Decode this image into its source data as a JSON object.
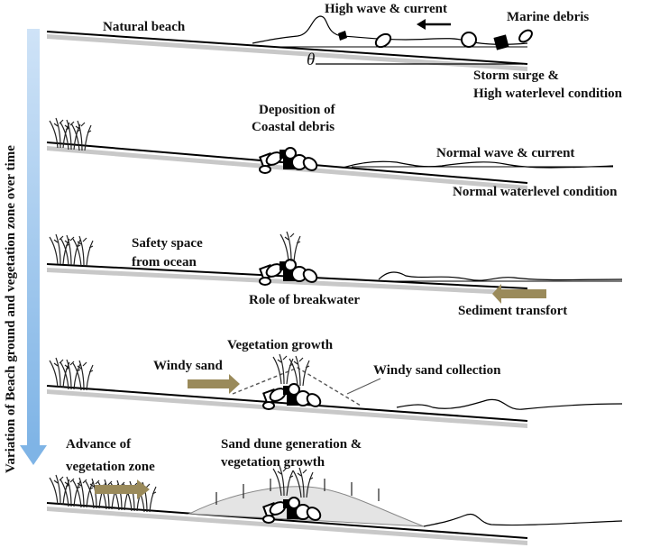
{
  "side_label": "Variation of Beach ground and vegetation zone over time",
  "panel1": {
    "title": "Natural beach",
    "wave": "High wave & current",
    "debris": "Marine debris",
    "angle": "θ",
    "surge_line1": "Storm surge &",
    "surge_line2": "High waterlevel condition"
  },
  "panel2": {
    "deposition_line1": "Deposition of",
    "deposition_line2": "Coastal debris",
    "wave": "Normal wave & current",
    "water": "Normal waterlevel condition"
  },
  "panel3": {
    "safety_line1": "Safety space",
    "safety_line2": "from ocean",
    "breakwater": "Role of breakwater",
    "sediment": "Sediment transfort"
  },
  "panel4": {
    "growth": "Vegetation growth",
    "windy": "Windy sand",
    "collection": "Windy sand collection"
  },
  "panel5": {
    "advance_line1": "Advance of",
    "advance_line2": "vegetation zone",
    "dune_line1": "Sand dune generation &",
    "dune_line2": "vegetation growth"
  },
  "colors": {
    "time_arrow": "#a9cdf0",
    "sand_arrow": "#9a8a5a",
    "ground_shadow": "#c8c8c8",
    "dune": "#e4e4e4"
  }
}
